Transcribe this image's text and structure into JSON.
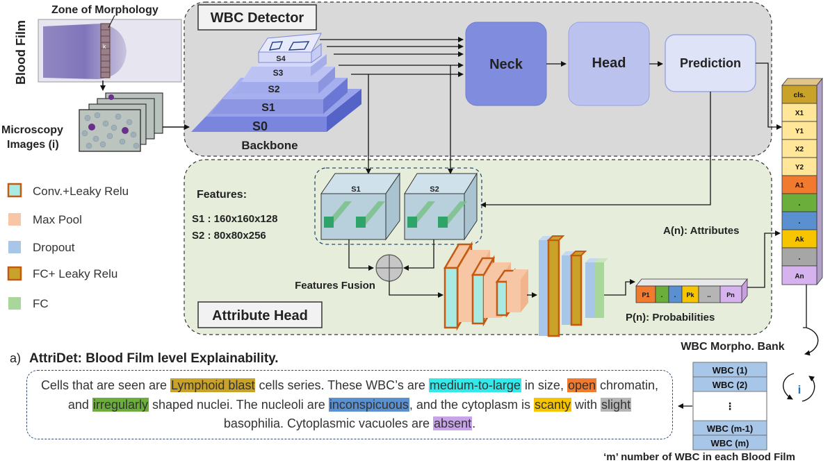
{
  "blood_film": {
    "label": "Blood Film",
    "zone_label": "Zone of Morphology",
    "zone_k": "k"
  },
  "micro": {
    "line1": "Microscopy",
    "line2": "Images (i)"
  },
  "detector": {
    "title": "WBC Detector",
    "backbone": "Backbone",
    "levels": [
      "S0",
      "S1",
      "S2",
      "S3",
      "S4"
    ],
    "neck": "Neck",
    "head": "Head",
    "prediction": "Prediction"
  },
  "legend": [
    {
      "label": "Conv.+Leaky Relu",
      "fill": "#a9eae3",
      "stroke": "#c45911"
    },
    {
      "label": "Max Pool",
      "fill": "#f7c6a5",
      "stroke": ""
    },
    {
      "label": "Dropout",
      "fill": "#a7c6e8",
      "stroke": ""
    },
    {
      "label": "FC+ Leaky Relu",
      "fill": "#c9a22a",
      "stroke": "#c45911"
    },
    {
      "label": "FC",
      "fill": "#a9d69b",
      "stroke": ""
    }
  ],
  "attr_head": {
    "title": "Attribute Head",
    "features_title": "Features:",
    "s1_spec": "S1 : 160x160x128",
    "s2_spec": "S2 : 80x80x256",
    "cube1": "S1",
    "cube2": "S2",
    "fusion": "Features Fusion",
    "probs_label": "P(n): Probabilities",
    "probs": [
      "P1",
      ".",
      ".",
      "Pk",
      "..",
      "Pn"
    ],
    "attrs_label": "A(n): Attributes"
  },
  "output_vec": [
    "cls.",
    "X1",
    "Y1",
    "X2",
    "Y2",
    "A1",
    ".",
    ".",
    "Ak",
    ".",
    "An"
  ],
  "bank": {
    "title": "WBC Morpho. Bank",
    "items": [
      "WBC (1)",
      "WBC (2)",
      "⋮",
      "WBC (m-1)",
      "WBC (m)"
    ],
    "loop_label": "i",
    "caption": "‘m’ number of WBC in each Blood Film"
  },
  "section": {
    "prefix": "a)",
    "title": "AttriDet: Blood Film level Explainability."
  },
  "explanation": [
    {
      "text": "Cells that are seen are ",
      "hl": ""
    },
    {
      "text": "Lymphoid blast",
      "hl": "#c9a22a"
    },
    {
      "text": " cells series. These WBC’s are ",
      "hl": ""
    },
    {
      "text": "medium-to-large",
      "hl": "#33e9e9"
    },
    {
      "text": " in size, ",
      "hl": ""
    },
    {
      "text": "open",
      "hl": "#f07a2e"
    },
    {
      "text": " chromatin, and ",
      "hl": ""
    },
    {
      "text": "irregularly",
      "hl": "#6cae3c"
    },
    {
      "text": " shaped nuclei. The nucleoli are ",
      "hl": ""
    },
    {
      "text": "inconspicuous",
      "hl": "#5a90cf"
    },
    {
      "text": ", and the cytoplasm is ",
      "hl": ""
    },
    {
      "text": "scanty",
      "hl": "#f7c400"
    },
    {
      "text": " with ",
      "hl": ""
    },
    {
      "text": "slight",
      "hl": "#b5b5b5"
    },
    {
      "text": " basophilia. Cytoplasmic vacuoles are ",
      "hl": ""
    },
    {
      "text": "absent",
      "hl": "#c9a3ea"
    },
    {
      "text": ".",
      "hl": ""
    }
  ]
}
